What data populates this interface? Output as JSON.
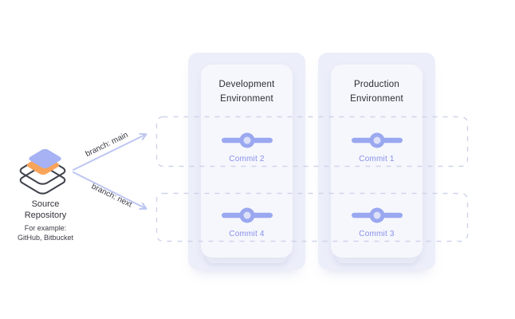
{
  "source": {
    "title": "Source Repository",
    "example_line1": "For example:",
    "example_line2": "GitHub, Bitbucket",
    "icon": "layers-icon"
  },
  "branches": [
    {
      "label": "branch: main",
      "direction": "up-right"
    },
    {
      "label": "branch: next",
      "direction": "down-right"
    }
  ],
  "environments": [
    {
      "title": "Development Environment",
      "commits": [
        {
          "label": "Commit 2"
        },
        {
          "label": "Commit 4"
        }
      ]
    },
    {
      "title": "Production Environment",
      "commits": [
        {
          "label": "Commit 1"
        },
        {
          "label": "Commit 3"
        }
      ]
    }
  ],
  "colors": {
    "panel_bg": "#ECEEF9",
    "card_bg": "#F6F7FC",
    "card_stack_bg": "#EDEFF8",
    "commit_node": "#9AA8F0",
    "commit_node_inner": "#DCE0F8",
    "commit_label": "#8690EA",
    "dashed_border": "#CFD4EA",
    "arrow": "#BDC6F1",
    "text_dark": "#33343C",
    "layer_top": "#A6B2F3",
    "layer_middle": "#F9A45B",
    "layer_outline": "#3F414B"
  }
}
